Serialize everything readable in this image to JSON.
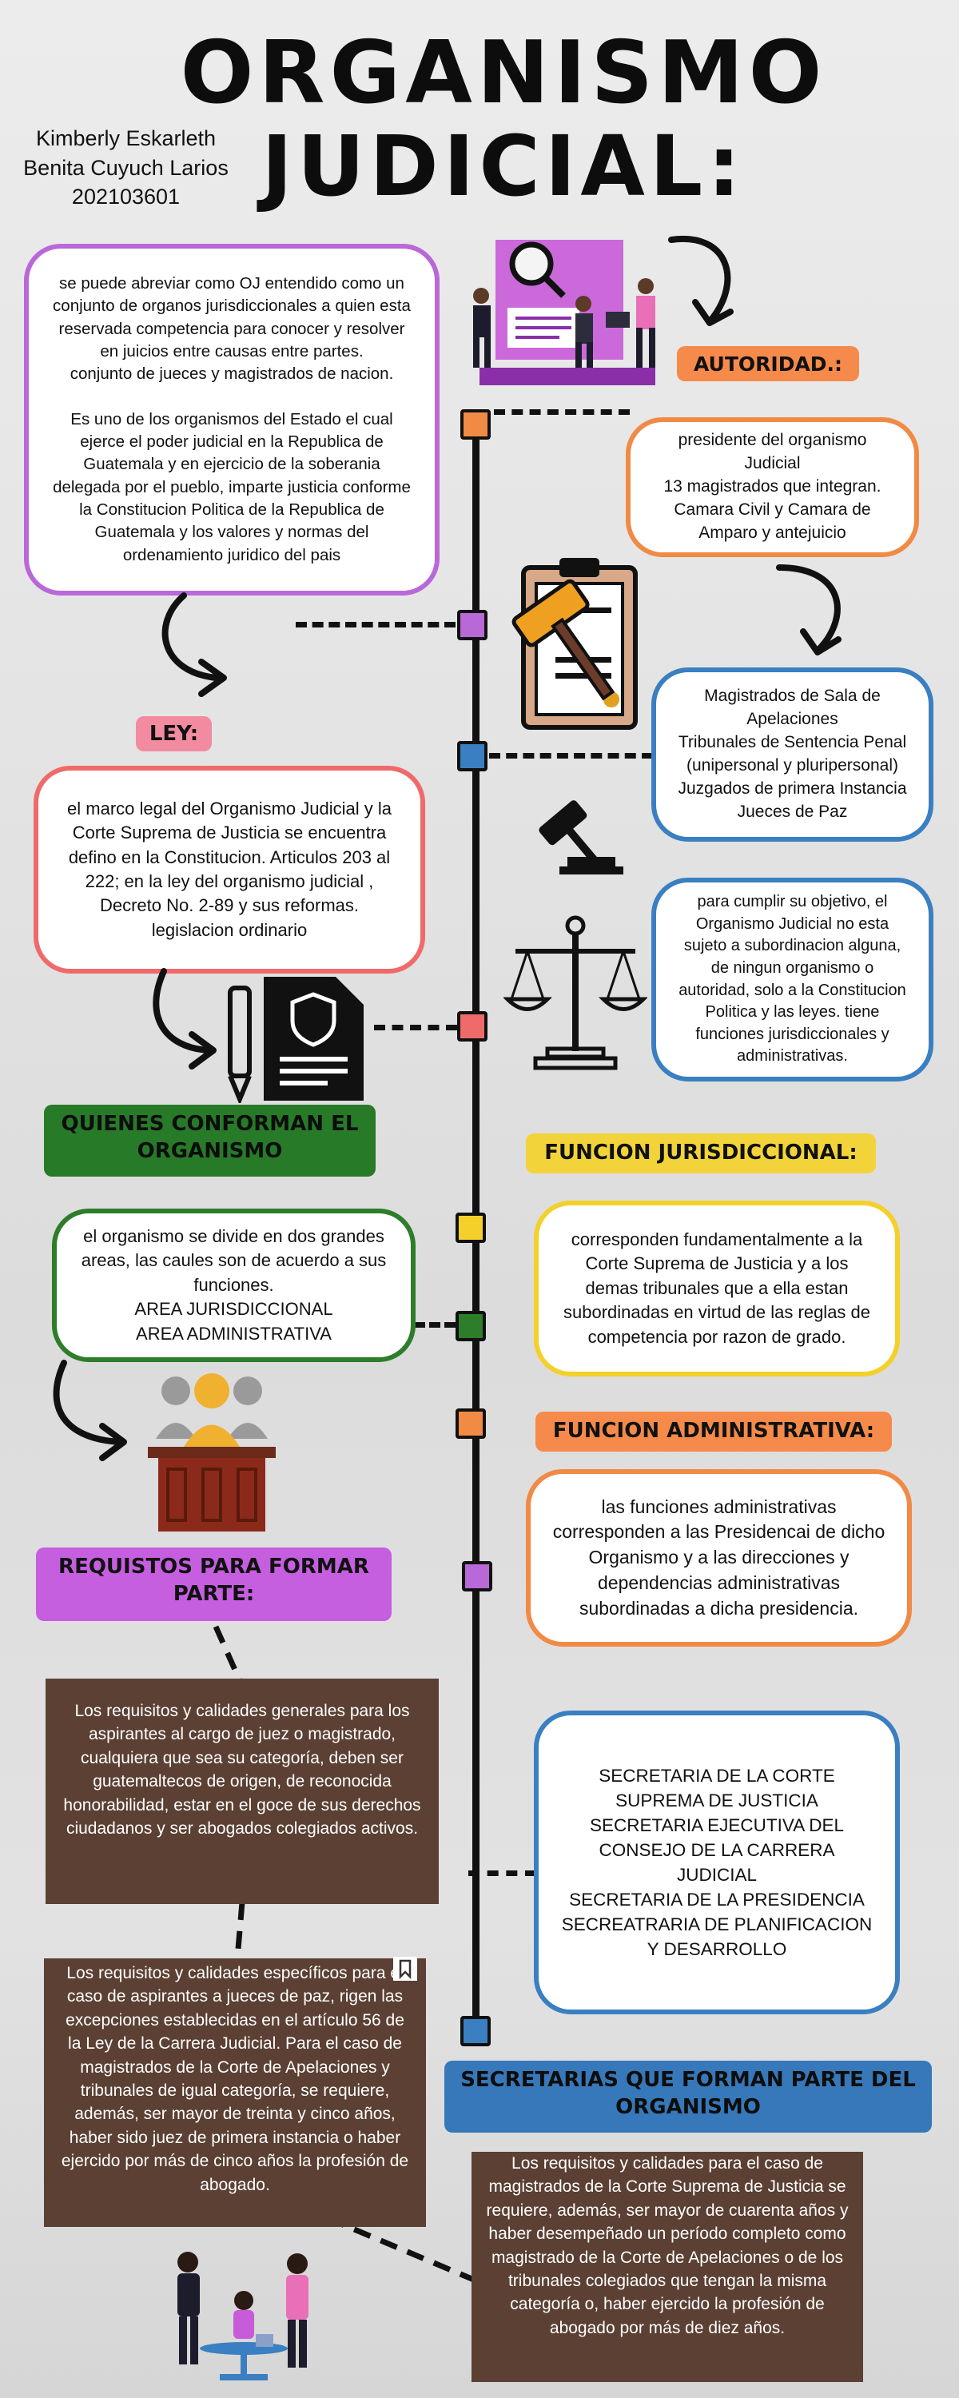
{
  "title": {
    "line1": "ORGANISMO",
    "line2": "JUDICIAL:"
  },
  "author": {
    "name1": "Kimberly Eskarleth",
    "name2": "Benita Cuyuch Larios",
    "id": "202103601"
  },
  "definition_text": "se puede abreviar como OJ entendido como un conjunto de organos jurisdiccionales a quien esta reservada competencia para conocer y resolver en juicios entre causas entre partes.\nconjunto de jueces y magistrados de nacion.\n\nEs uno de los organismos del Estado el cual ejerce el poder judicial en la Republica de Guatemala y en ejercicio de la soberania delegada por el pueblo, imparte justicia conforme la Constitucion Politica  de la Republica de Guatemala y los valores y normas del ordenamiento juridico del pais",
  "autoridad": {
    "label": "AUTORIDAD.:",
    "text1": "presidente del organismo Judicial\n13 magistrados que integran.\nCamara  Civil  y Camara de Amparo y  antejuicio",
    "text2": "Magistrados de Sala de Apelaciones\nTribunales de Sentencia Penal (unipersonal y pluripersonal)\nJuzgados de primera Instancia\nJueces de Paz",
    "text3": "para cumplir su objetivo, el Organismo Judicial no esta sujeto a subordinacion alguna, de ningun organismo o autoridad, solo a la Constitucion Politica y las leyes. tiene funciones jurisdiccionales y administrativas."
  },
  "ley": {
    "label": "LEY:",
    "text": "el marco legal del Organismo Judicial y la Corte Suprema de Justicia se encuentra defino en la Constitucion. Articulos 203 al 222; en la ley del organismo judicial , Decreto No. 2-89 y sus reformas.\nlegislacion ordinario"
  },
  "quienes": {
    "label": "QUIENES CONFORMAN EL\nORGANISMO",
    "text": "el organismo se divide en dos grandes areas, las caules son de acuerdo a sus funciones.\nAREA JURISDICCIONAL\nAREA ADMINISTRATIVA"
  },
  "funcion_jurisdiccional": {
    "label": "FUNCION JURISDICCIONAL:",
    "text": "corresponden fundamentalmente a la Corte Suprema de Justicia y a los demas tribunales que a ella estan subordinadas en virtud de las reglas de competencia por razon de grado."
  },
  "funcion_administrativa": {
    "label": "FUNCION ADMINISTRATIVA:",
    "text": "las funciones administrativas corresponden a las Presidencai de dicho Organismo y a las direcciones y dependencias administrativas subordinadas a dicha presidencia."
  },
  "requisitos": {
    "label": "REQUISTOS PARA FORMAR\nPARTE:",
    "text1": "Los requisitos y calidades generales para los aspirantes al cargo de juez o magistrado, cualquiera que sea su categoría, deben ser guatemaltecos de origen, de reconocida honorabilidad, estar en el goce de sus derechos ciudadanos y ser abogados colegiados activos.",
    "text2": "Los requisitos y calidades específicos para el caso de aspirantes a jueces de paz, rigen las excepciones establecidas en el artículo 56 de la Ley de la Carrera Judicial. Para el caso de magistrados de la Corte de Apelaciones y tribunales de igual categoría, se requiere, además, ser mayor de treinta y cinco años, haber sido juez de primera instancia o haber ejercido por más de cinco años la profesión de abogado.",
    "text3": "Los requisitos y calidades para el caso de magistrados de la Corte Suprema de Justicia se requiere, además, ser mayor de cuarenta años y haber desempeñado un período completo como magistrado de la Corte de Apelaciones o de los tribunales colegiados que tengan la misma categoría o, haber ejercido la profesión de abogado por más de diez años."
  },
  "secretarias": {
    "label": "SECRETARIAS QUE FORMAN PARTE DEL\nORGANISMO",
    "text": "SECRETARIA DE LA CORTE SUPREMA DE JUSTICIA\nSECRETARIA EJECUTIVA DEL CONSEJO DE LA CARRERA JUDICIAL\nSECRETARIA DE LA PRESIDENCIA\nSECREATRARIA DE PLANIFICACION Y DESARROLLO"
  },
  "colors": {
    "purple": "#b968d8",
    "orange": "#f08a45",
    "blue": "#3a7fc1",
    "red": "#ef6a6a",
    "green": "#2d7d2a",
    "yellow": "#f4d02a",
    "brown": "#5b4033",
    "label_yellow": "#f2d43a",
    "label_orange": "#f58a4a",
    "label_purple": "#c65ee0",
    "label_green": "#277a28",
    "label_pink": "#f28ba0",
    "label_blue": "#3678b9"
  },
  "icons": [
    "courtroom-illustration-icon",
    "clipboard-gavel-icon",
    "gavel-icon",
    "scales-of-justice-icon",
    "legal-document-icon",
    "pencil-icon",
    "judges-podium-icon",
    "bookmark-icon",
    "people-meeting-icon",
    "curved-arrow-icon"
  ]
}
